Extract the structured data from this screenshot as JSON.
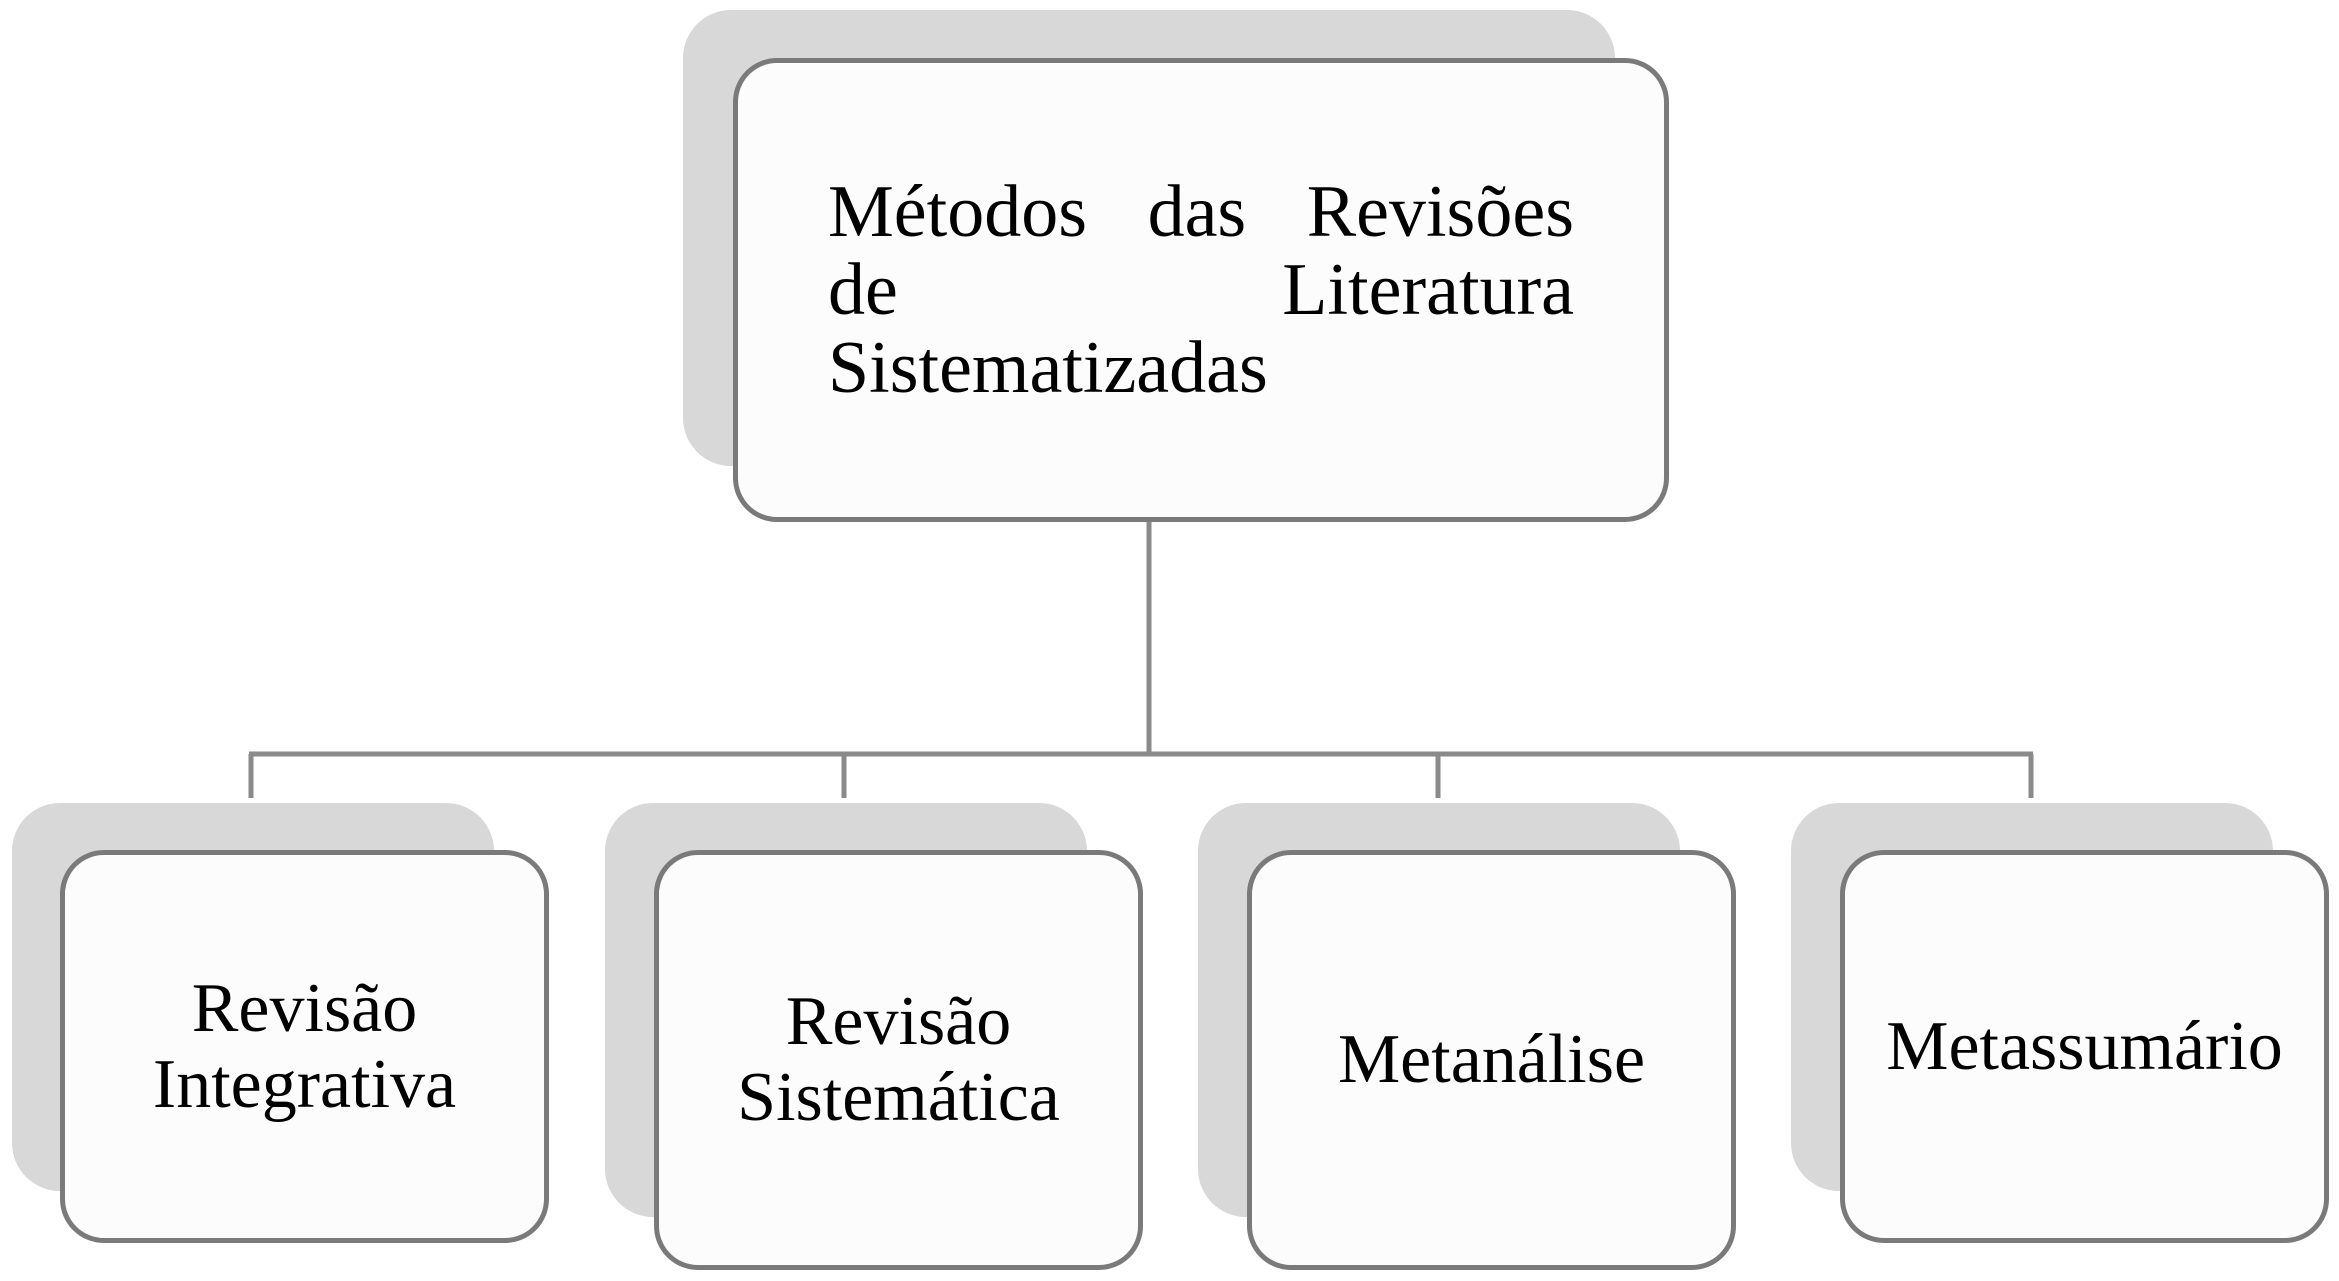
{
  "diagram": {
    "root": {
      "label": "Métodos das Revisões de Literatura Sistematizadas"
    },
    "children": [
      {
        "label": "Revisão Integrativa"
      },
      {
        "label": "Revisão Sistemática"
      },
      {
        "label": "Metanálise"
      },
      {
        "label": "Metassumário"
      }
    ],
    "colors": {
      "border": "#7a7a7a",
      "shadow": "#d8d8d8",
      "fill": "#fcfcfc",
      "connector": "#8a8a8a"
    }
  }
}
